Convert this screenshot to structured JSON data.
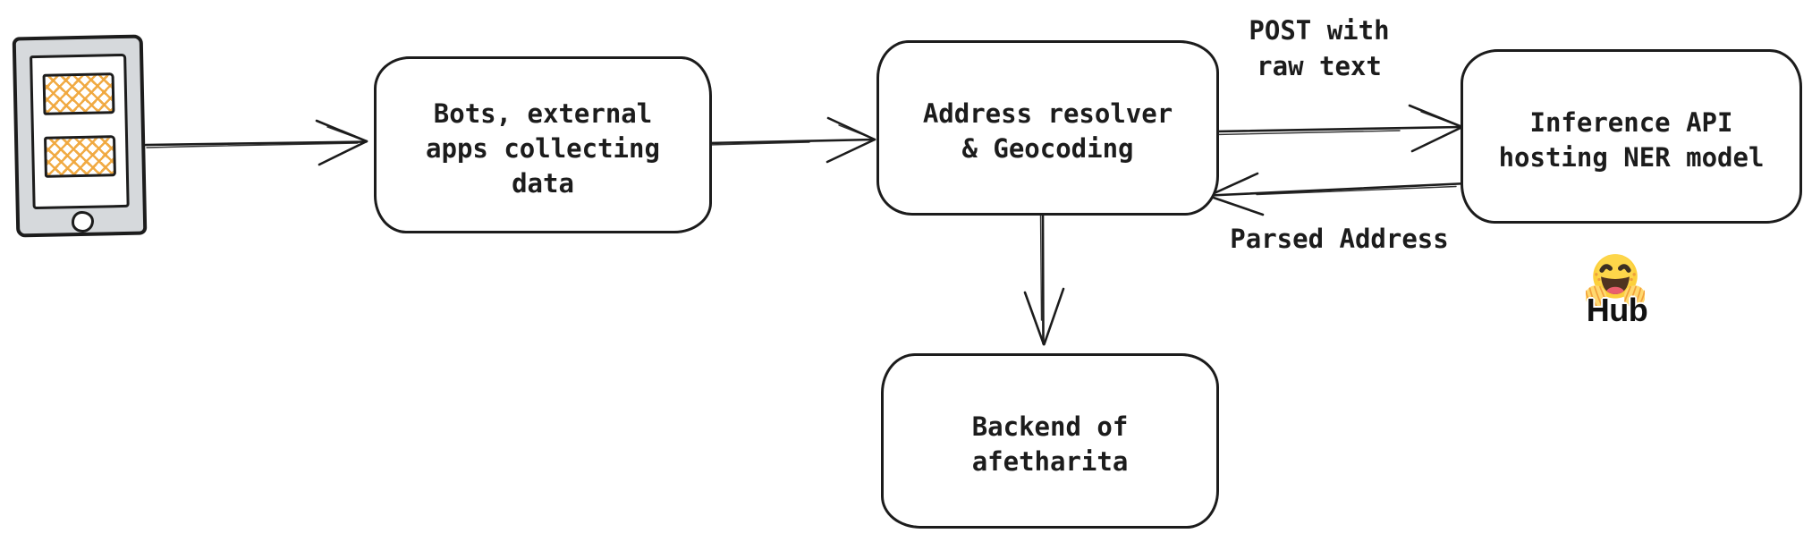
{
  "diagram": {
    "nodes": {
      "bots": {
        "label": "Bots, external\napps collecting\ndata"
      },
      "resolver": {
        "label": "Address resolver\n& Geocoding"
      },
      "inference": {
        "label": "Inference API\nhosting NER model"
      },
      "backend": {
        "label": "Backend of\nafetharita"
      }
    },
    "edges": [
      {
        "from": "mobile-device",
        "to": "bots",
        "label": ""
      },
      {
        "from": "bots",
        "to": "resolver",
        "label": ""
      },
      {
        "from": "resolver",
        "to": "inference",
        "label": "POST with\nraw text"
      },
      {
        "from": "inference",
        "to": "resolver",
        "label": "Parsed Address"
      },
      {
        "from": "resolver",
        "to": "backend",
        "label": ""
      }
    ],
    "hub": {
      "emoji": "hugging-face",
      "label": "Hub"
    },
    "colors": {
      "stroke": "#1c1c1c",
      "device_frame_gray": "#d6d9dc",
      "hatch_orange": "#f0a73c",
      "emoji_yellow": "#fcd03c"
    }
  }
}
